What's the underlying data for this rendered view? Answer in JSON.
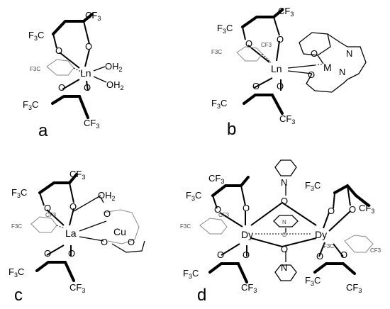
{
  "panels": {
    "a": {
      "letter": "a",
      "cf3": [
        "CF",
        "3"
      ],
      "f3c": [
        "F",
        "3",
        "C"
      ],
      "metal": "Ln",
      "oxygen": "O",
      "water": [
        "OH",
        "2"
      ]
    },
    "b": {
      "letter": "b",
      "cf3": [
        "CF",
        "3"
      ],
      "f3c": [
        "F",
        "3",
        "C"
      ],
      "metal": "Ln",
      "metal2": "M",
      "oxygen": "O",
      "nitrogen": "N"
    },
    "c": {
      "letter": "c",
      "cf3": [
        "CF",
        "3"
      ],
      "f3c": [
        "F",
        "3",
        "C"
      ],
      "metal": "La",
      "metal2": "Cu",
      "oxygen": "O",
      "water": [
        "OH",
        "2"
      ]
    },
    "d": {
      "letter": "d",
      "cf3": [
        "CF",
        "3"
      ],
      "f3c": [
        "F",
        "3",
        "C"
      ],
      "metal": "Dy",
      "oxygen": "O",
      "nitrogen": "N"
    }
  }
}
